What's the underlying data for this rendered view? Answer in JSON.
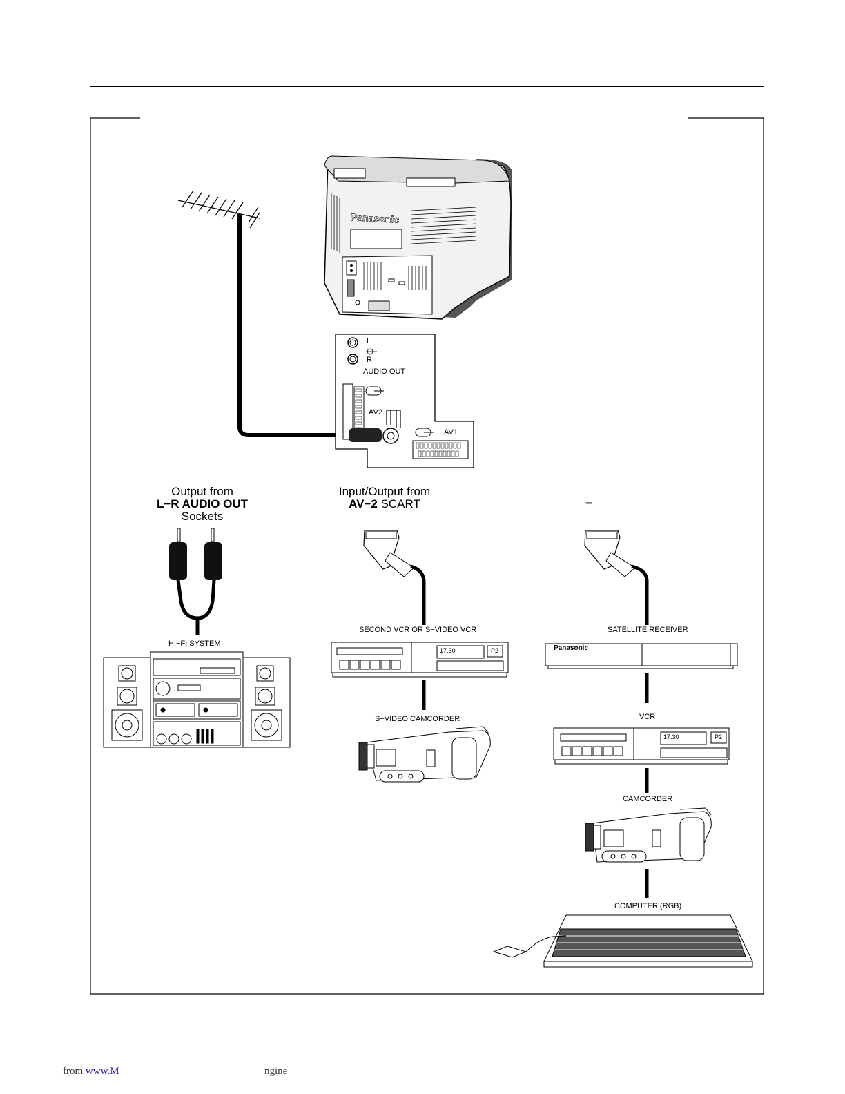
{
  "tv": {
    "brand": "Panasonic",
    "panel": {
      "l_label": "L",
      "r_label": "R",
      "audio_out_label": "AUDIO OUT",
      "av2_label": "AV2",
      "av1_label": "AV1"
    }
  },
  "captions": {
    "left_line1": "Output from",
    "left_line2": "L−R AUDIO OUT",
    "left_line3": "Sockets",
    "center_line1": "Input/Output from",
    "center_line2_bold": "AV−2",
    "center_line2_rest": " SCART",
    "right_dash": "−"
  },
  "devices": {
    "hifi": "HI−FI  SYSTEM",
    "second_vcr": "SECOND VCR OR S−VIDEO VCR",
    "svideo_camcorder": "S−VIDEO CAMCORDER",
    "satellite": "SATELLITE RECEIVER",
    "satellite_brand": "Panasonic",
    "vcr": "VCR",
    "camcorder": "CAMCORDER",
    "computer": "COMPUTER (RGB)",
    "vcr_time": "17.30",
    "vcr_prog": "P2"
  },
  "footer": {
    "prefix": "from ",
    "link": "www.M",
    "suffix": "ngine"
  }
}
